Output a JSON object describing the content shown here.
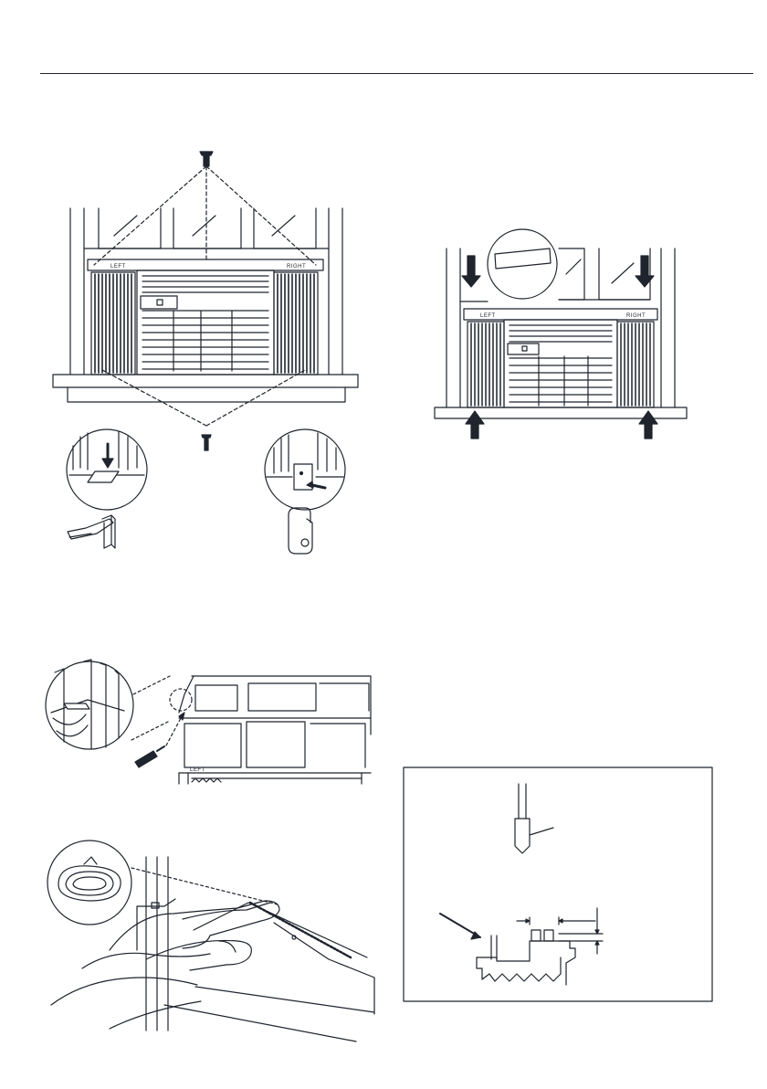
{
  "page": {
    "ink_color": "#1f242d",
    "background": "#ffffff"
  },
  "figure_1": {
    "panel_left_label": "LEFT",
    "panel_right_label": "RIGHT"
  },
  "figure_2": {
    "panel_left_label": "LEFT",
    "panel_right_label": "RIGHT"
  },
  "figure_4": {
    "panel_left_label": "LEFT"
  }
}
